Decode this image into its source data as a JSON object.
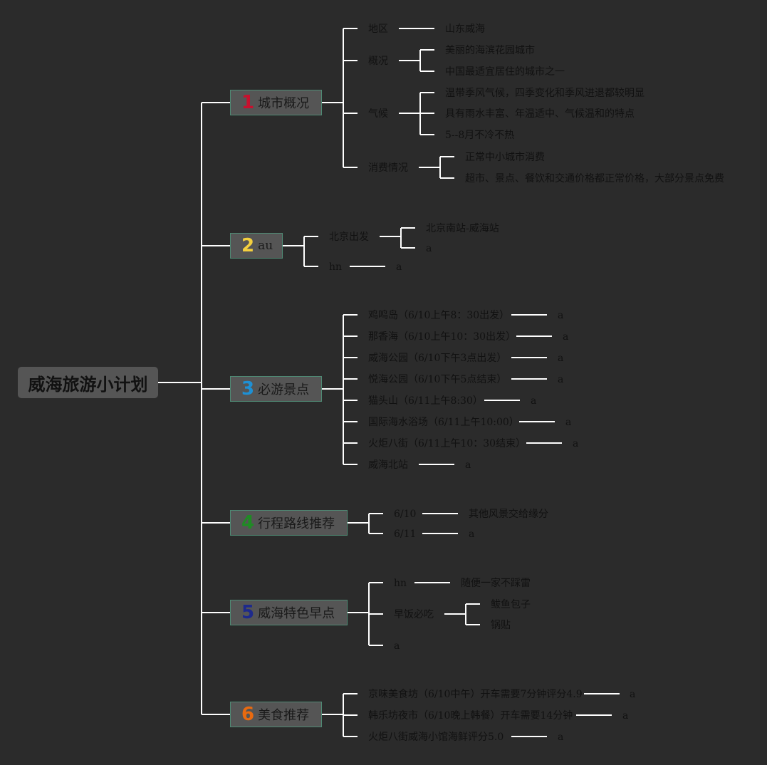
{
  "root": "威海旅游小计划",
  "colors": {
    "c1": "#c8102e",
    "c2": "#f4d03f",
    "c3": "#1e90d4",
    "c4": "#1f8b24",
    "c5": "#1e2a8c",
    "c6": "#e86a10"
  },
  "b1": {
    "num": "1",
    "title": "城市概况",
    "region": "地区",
    "region_v": "山东威海",
    "overview": "概况",
    "ov1": "美丽的海滨花园城市",
    "ov2": "中国最适宜居住的城市之一",
    "climate": "气候",
    "cl1": "温带季风气候，四季变化和季风进退都较明显",
    "cl2": "具有雨水丰富、年温适中、气候温和的特点",
    "cl3": "5--8月不冷不热",
    "cost": "消费情况",
    "co1": "正常中小城市消费",
    "co2": "超市、景点、餐饮和交通价格都正常价格，大部分景点免费"
  },
  "b2": {
    "num": "2",
    "title": "au",
    "depart": "北京出发",
    "d1": "北京南站-威海站",
    "d2": "a",
    "hn": "hn",
    "hn_v": "a"
  },
  "b3": {
    "num": "3",
    "title": "必游景点",
    "items": [
      "鸡鸣岛（6/10上午8：30出发）",
      "那香海（6/10上午10：30出发）",
      "威海公园（6/10下午3点出发）",
      "悦海公园（6/10下午5点结束）",
      "猫头山（6/11上午8:30）",
      "国际海水浴场（6/11上午10:00）",
      "火炬八街（6/11上午10：30结束）",
      "威海北站"
    ],
    "values": [
      "a",
      "a",
      "a",
      "a",
      "a",
      "a",
      "a",
      "a"
    ]
  },
  "b4": {
    "num": "4",
    "title": "行程路线推荐",
    "d1": "6/10",
    "d1_v": "其他风景交给缘分",
    "d2": "6/11",
    "d2_v": "a"
  },
  "b5": {
    "num": "5",
    "title": "威海特色早点",
    "hn": "hn",
    "hn_v": "随便一家不踩雷",
    "bf": "早饭必吃",
    "bf1": "鲅鱼包子",
    "bf2": "锅贴",
    "a": "a"
  },
  "b6": {
    "num": "6",
    "title": "美食推荐",
    "items": [
      "京味美食坊（6/10中午）开车需要7分钟评分4.9",
      "韩乐坊夜市（6/10晚上韩餐）开车需要14分钟",
      "火炬八街威海小馆海鲜评分5.0"
    ],
    "values": [
      "a",
      "a",
      "a"
    ]
  }
}
